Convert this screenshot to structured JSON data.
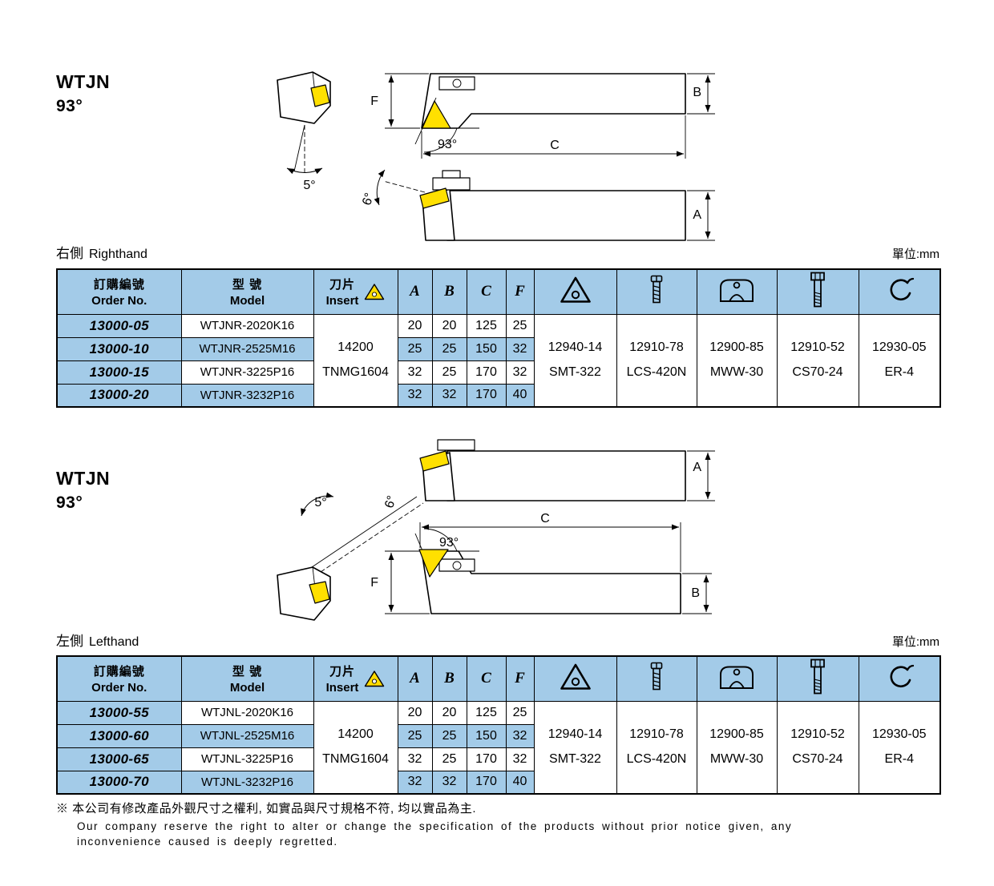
{
  "footer": {
    "note_zh": "※ 本公司有修改產品外觀尺寸之權利, 如實品與尺寸規格不符, 均以實品為主.",
    "note_en1": "Our company reserve the right to alter or change the specification of the products without prior notice given, any",
    "note_en2": "inconvenience caused is deeply regretted."
  },
  "sections": [
    {
      "title": "WTJN",
      "angle": "93°",
      "hand_zh": "右側",
      "hand_en": "Righthand",
      "unit": "單位:mm",
      "diagram": {
        "F": "F",
        "B": "B",
        "C": "C",
        "A": "A",
        "main_angle": "93°",
        "side_angle": "5°",
        "incline_angle": "6°"
      },
      "table": {
        "headers": {
          "order_zh": "訂購編號",
          "order_en": "Order No.",
          "model_zh": "型 號",
          "model_en": "Model",
          "insert_zh": "刀片",
          "insert_en": "Insert",
          "dims": [
            "A",
            "B",
            "C",
            "F"
          ]
        },
        "insert_line1": "14200",
        "insert_line2": "TNMG1604",
        "rows": [
          {
            "order": "13000-05",
            "model": "WTJNR-2020K16",
            "A": "20",
            "B": "20",
            "C": "125",
            "F": "25"
          },
          {
            "order": "13000-10",
            "model": "WTJNR-2525M16",
            "A": "25",
            "B": "25",
            "C": "150",
            "F": "32"
          },
          {
            "order": "13000-15",
            "model": "WTJNR-3225P16",
            "A": "32",
            "B": "25",
            "C": "170",
            "F": "32"
          },
          {
            "order": "13000-20",
            "model": "WTJNR-3232P16",
            "A": "32",
            "B": "32",
            "C": "170",
            "F": "40"
          }
        ],
        "accessories": [
          {
            "line1": "12940-14",
            "line2": "SMT-322"
          },
          {
            "line1": "12910-78",
            "line2": "LCS-420N"
          },
          {
            "line1": "12900-85",
            "line2": "MWW-30"
          },
          {
            "line1": "12910-52",
            "line2": "CS70-24"
          },
          {
            "line1": "12930-05",
            "line2": "ER-4"
          }
        ]
      }
    },
    {
      "title": "WTJN",
      "angle": "93°",
      "hand_zh": "左側",
      "hand_en": "Lefthand",
      "unit": "單位:mm",
      "diagram": {
        "F": "F",
        "B": "B",
        "C": "C",
        "A": "A",
        "main_angle": "93°",
        "side_angle": "5°",
        "incline_angle": "6°"
      },
      "table": {
        "headers": {
          "order_zh": "訂購編號",
          "order_en": "Order No.",
          "model_zh": "型 號",
          "model_en": "Model",
          "insert_zh": "刀片",
          "insert_en": "Insert",
          "dims": [
            "A",
            "B",
            "C",
            "F"
          ]
        },
        "insert_line1": "14200",
        "insert_line2": "TNMG1604",
        "rows": [
          {
            "order": "13000-55",
            "model": "WTJNL-2020K16",
            "A": "20",
            "B": "20",
            "C": "125",
            "F": "25"
          },
          {
            "order": "13000-60",
            "model": "WTJNL-2525M16",
            "A": "25",
            "B": "25",
            "C": "150",
            "F": "32"
          },
          {
            "order": "13000-65",
            "model": "WTJNL-3225P16",
            "A": "32",
            "B": "25",
            "C": "170",
            "F": "32"
          },
          {
            "order": "13000-70",
            "model": "WTJNL-3232P16",
            "A": "32",
            "B": "32",
            "C": "170",
            "F": "40"
          }
        ],
        "accessories": [
          {
            "line1": "12940-14",
            "line2": "SMT-322"
          },
          {
            "line1": "12910-78",
            "line2": "LCS-420N"
          },
          {
            "line1": "12900-85",
            "line2": "MWW-30"
          },
          {
            "line1": "12910-52",
            "line2": "CS70-24"
          },
          {
            "line1": "12930-05",
            "line2": "ER-4"
          }
        ]
      }
    }
  ]
}
